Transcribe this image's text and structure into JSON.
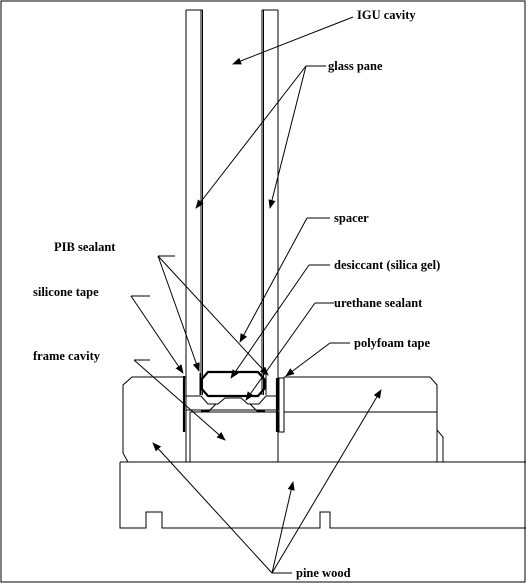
{
  "labels": {
    "igu_cavity": "IGU cavity",
    "glass_pane": "glass pane",
    "spacer": "spacer",
    "pib_sealant": "PIB sealant",
    "desiccant": "desiccant (silica gel)",
    "silicone_tape": "silicone tape",
    "urethane_sealant": "urethane sealant",
    "frame_cavity": "frame cavity",
    "polyfoam_tape": "polyfoam tape",
    "pine_wood": "pine wood"
  }
}
